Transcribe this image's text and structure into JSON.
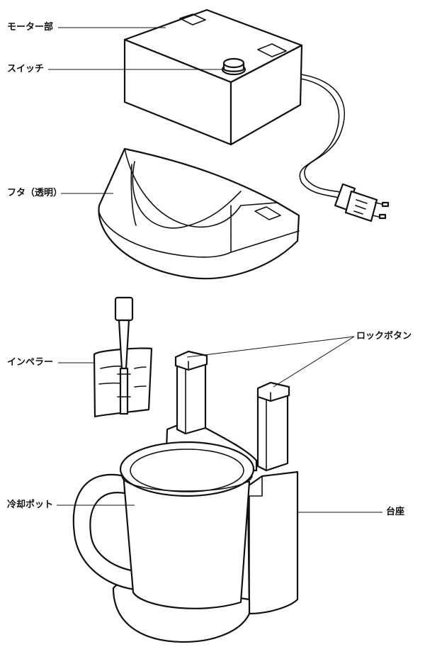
{
  "labels": {
    "motor": "モーター部",
    "switch": "スイッチ",
    "lid": "フタ（透明）",
    "impeller": "インペラー",
    "lock_button": "ロックボタン",
    "pot": "冷却ポット",
    "base": "台座"
  }
}
